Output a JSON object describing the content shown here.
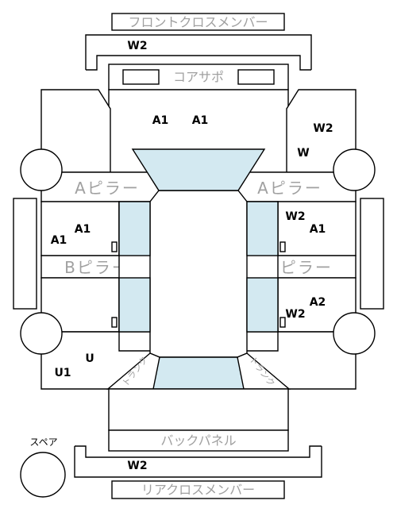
{
  "labels": {
    "front_cross_member": "フロントクロスメンバー",
    "core_support": "コアサポ",
    "a_pillar_left": "Aピラー",
    "a_pillar_right": "Aピラー",
    "b_pillar_left": "Bピラー",
    "b_pillar_right": "Bピラー",
    "trunk_left": "トランク",
    "trunk_right": "トランク",
    "back_panel": "バックパネル",
    "rear_cross_member": "リアクロスメンバー",
    "spare": "スペア"
  },
  "marks": {
    "front_member_w2": "W2",
    "hood_a1_left": "A1",
    "hood_a1_right": "A1",
    "front_right_w2": "W2",
    "front_right_w": "W",
    "front_door_left_a1_top": "A1",
    "front_door_left_a1_bottom": "A1",
    "front_door_right_w2": "W2",
    "front_door_right_a1": "A1",
    "rear_door_right_a2": "A2",
    "rear_door_right_w2": "W2",
    "rear_left_u": "U",
    "rear_left_u1": "U1",
    "rear_member_w2": "W2"
  },
  "colors": {
    "glass": "#d3e9f1",
    "outline": "#000000",
    "label_gray": "#a0a0a0"
  }
}
